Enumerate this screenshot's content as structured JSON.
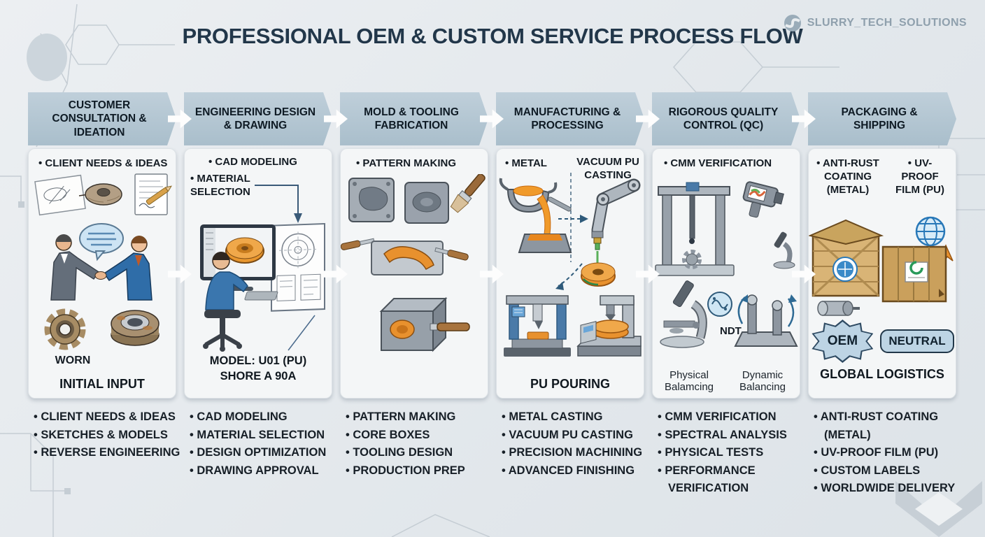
{
  "title": "PROFESSIONAL OEM & CUSTOM SERVICE PROCESS FLOW",
  "brand": {
    "name": "SLURRY_TECH_SOLUTIONS"
  },
  "colors": {
    "accent_orange": "#e8912e",
    "header_bg": "#b5c7d3",
    "navy": "#22374a",
    "card_bg": "#f4f6f7",
    "badge_bg": "#bdd4e4"
  },
  "columns": [
    {
      "header": "CUSTOMER CONSULTATION & IDEATION",
      "card": {
        "bullet": "CLIENT NEEDS & IDEAS",
        "worn_label": "WORN",
        "caption": "INITIAL INPUT"
      },
      "bullets": [
        "CLIENT NEEDS & IDEAS",
        "SKETCHES & MODELS",
        "REVERSE ENGINEERING"
      ]
    },
    {
      "header": "ENGINEERING DESIGN & DRAWING",
      "card": {
        "bullet1": "CAD MODELING",
        "bullet2": "MATERIAL SELECTION",
        "model_line1": "MODEL: U01 (PU)",
        "model_line2": "SHORE A 90A"
      },
      "bullets": [
        "CAD MODELING",
        "MATERIAL SELECTION",
        "DESIGN OPTIMIZATION",
        "DRAWING APPROVAL"
      ]
    },
    {
      "header": "MOLD & TOOLING FABRICATION",
      "card": {
        "bullet": "PATTERN MAKING"
      },
      "bullets": [
        "PATTERN MAKING",
        "CORE BOXES",
        "TOOLING DESIGN",
        "PRODUCTION PREP"
      ]
    },
    {
      "header": "MANUFACTURING & PROCESSING",
      "card": {
        "bullet": "METAL",
        "label_right": "VACUUM PU CASTING",
        "caption": "PU POURING"
      },
      "bullets": [
        "METAL CASTING",
        "VACUUM PU CASTING",
        "PRECISION MACHINING",
        "ADVANCED FINISHING"
      ]
    },
    {
      "header": "RIGOROUS QUALITY CONTROL (QC)",
      "card": {
        "bullet": "CMM VERIFICATION",
        "ndt_label": "NDT",
        "label_left": "Physical Balamcing",
        "label_right": "Dynamic Balancing"
      },
      "bullets": [
        "CMM VERIFICATION",
        "SPECTRAL ANALYSIS",
        "PHYSICAL TESTS",
        "PERFORMANCE VERIFICATION"
      ]
    },
    {
      "header": "PACKAGING & SHIPPING",
      "card": {
        "bullet1": "ANTI-RUST COATING (METAL)",
        "bullet2": "UV-PROOF FILM (PU)",
        "badge_oem": "OEM",
        "badge_neutral": "NEUTRAL",
        "caption": "GLOBAL LOGISTICS"
      },
      "bullets": [
        "ANTI-RUST COATING (METAL)",
        "UV-PROOF FILM (PU)",
        "CUSTOM LABELS",
        "WORLDWIDE DELIVERY"
      ]
    }
  ]
}
